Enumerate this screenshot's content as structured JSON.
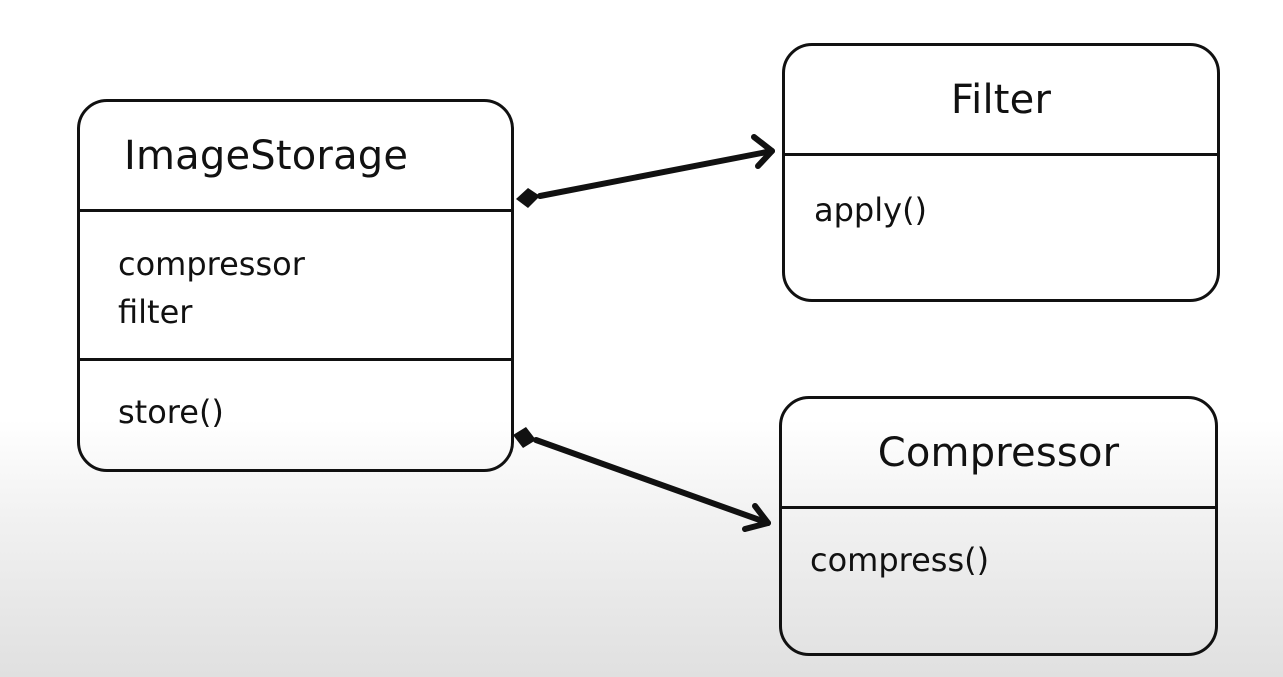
{
  "diagram": {
    "type": "uml-class-diagram",
    "classes": [
      {
        "id": "imagestorage",
        "name": "ImageStorage",
        "attributes": [
          "compressor",
          "filter"
        ],
        "operations": [
          "store()"
        ]
      },
      {
        "id": "filter",
        "name": "Filter",
        "attributes": [],
        "operations": [
          "apply()"
        ]
      },
      {
        "id": "compressor",
        "name": "Compressor",
        "attributes": [],
        "operations": [
          "compress()"
        ]
      }
    ],
    "relationships": [
      {
        "type": "composition",
        "from": "imagestorage",
        "to": "filter",
        "arrowhead": "open-arrow",
        "source_end": "filled-diamond"
      },
      {
        "type": "composition",
        "from": "imagestorage",
        "to": "compressor",
        "arrowhead": "open-arrow",
        "source_end": "filled-diamond"
      }
    ],
    "colors": {
      "stroke": "#111111",
      "background_top": "#ffffff",
      "background_bottom": "#e0e0e0"
    }
  }
}
